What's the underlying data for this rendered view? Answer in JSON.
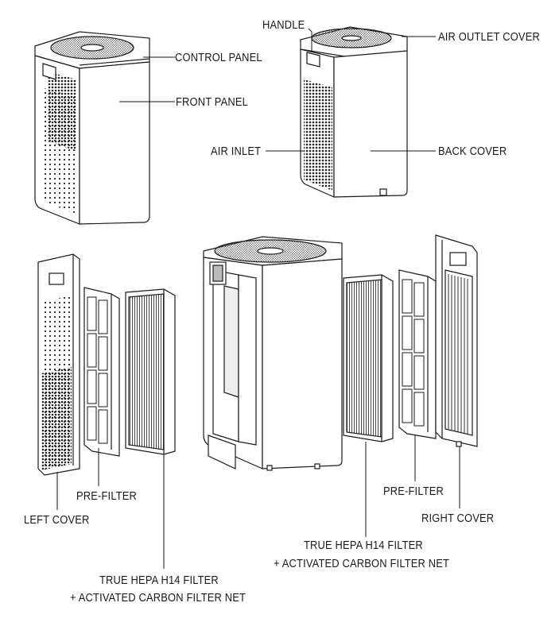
{
  "labels": {
    "control_panel": "CONTROL PANEL",
    "front_panel": "FRONT PANEL",
    "handle": "HANDLE",
    "air_outlet_cover": "AIR OUTLET COVER",
    "air_inlet": "AIR INLET",
    "back_cover": "BACK COVER",
    "left_cover": "LEFT COVER",
    "pre_filter_left": "PRE-FILTER",
    "hepa_left_line1": "TRUE HEPA H14 FILTER",
    "hepa_left_line2": "+ ACTIVATED CARBON FILTER NET",
    "pre_filter_right": "PRE-FILTER",
    "right_cover": "RIGHT COVER",
    "hepa_right_line1": "TRUE HEPA H14 FILTER",
    "hepa_right_line2": "+ ACTIVATED CARBON FILTER NET"
  },
  "colors": {
    "line": "#1a1a1a",
    "dots": "#222222",
    "background": "#ffffff"
  }
}
